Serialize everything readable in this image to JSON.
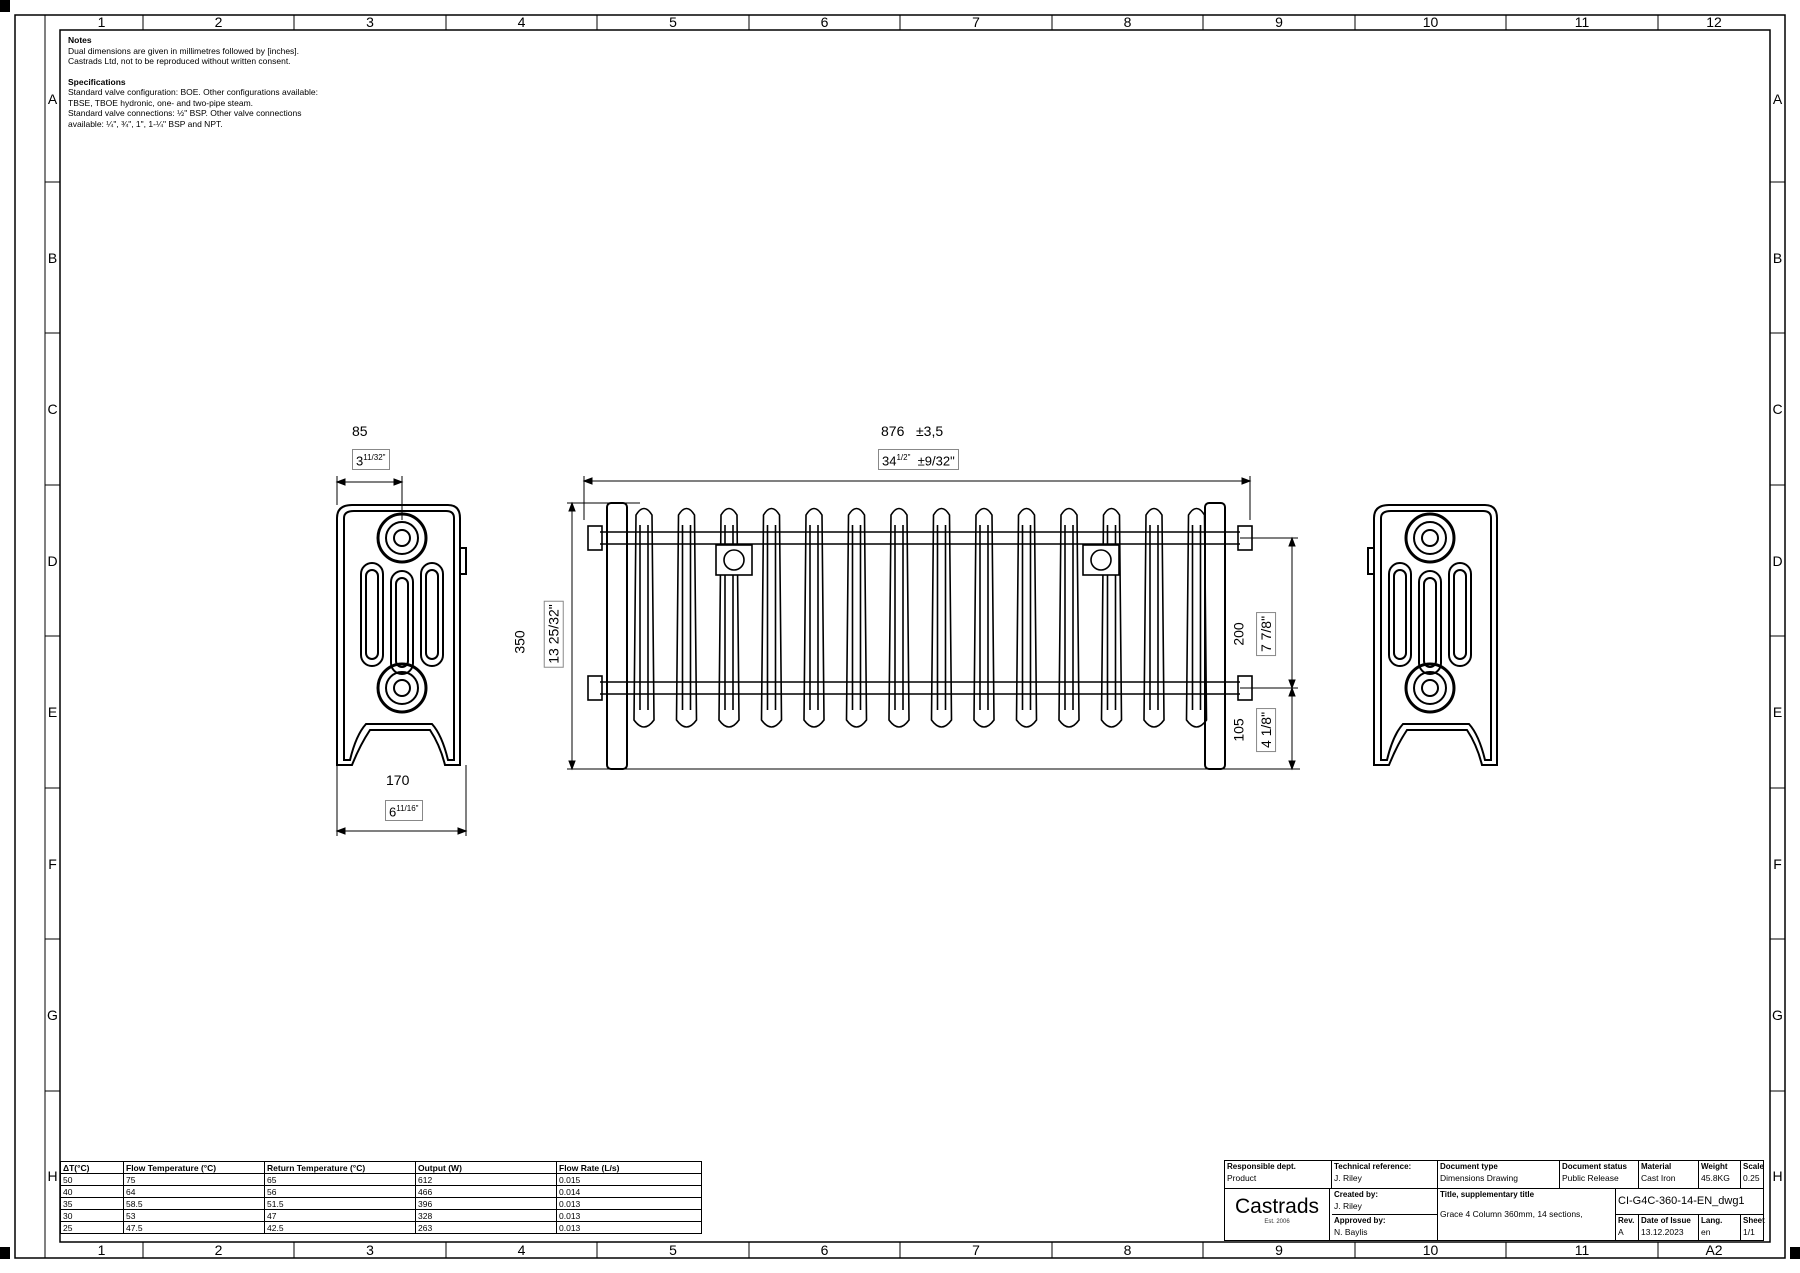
{
  "border": {
    "columns": [
      "1",
      "2",
      "3",
      "4",
      "5",
      "6",
      "7",
      "8",
      "9",
      "10",
      "11",
      "12"
    ],
    "bottom_columns": [
      "1",
      "2",
      "3",
      "4",
      "5",
      "6",
      "7",
      "8",
      "9",
      "10",
      "11",
      "A2"
    ],
    "rows": [
      "A",
      "B",
      "C",
      "D",
      "E",
      "F",
      "G",
      "H"
    ]
  },
  "notes": {
    "heading": "Notes",
    "line1": "Dual dimensions are given in millimetres followed by [inches].",
    "line2": "Castrads Ltd, not to be reproduced without written consent.",
    "spec_heading": "Specifications",
    "spec1": "Standard valve configuration: BOE. Other configurations available:",
    "spec2": "TBSE, TBOE hydronic, one- and two-pipe steam.",
    "spec3": "Standard valve connections: ½\" BSP. Other valve connections",
    "spec4": "available: ¼\", ¾\", 1\", 1-¼\" BSP and NPT."
  },
  "dimensions": {
    "depth_mm": "85",
    "depth_in_whole": "3",
    "depth_in_frac": "11/32\"",
    "width_mm": "170",
    "width_in_whole": "6",
    "width_in_frac": "11/16\"",
    "length_mm": "876",
    "length_tol": "±3,5",
    "length_in_whole": "34",
    "length_in_frac": "1/2\"",
    "length_in_tol": "±9/32\"",
    "height_mm": "350",
    "height_in": "13 25/32\"",
    "centres_mm": "200",
    "centres_in": "7 7/8\"",
    "floor_mm": "105",
    "floor_in": "4 1/8\""
  },
  "performance": {
    "headers": [
      "ΔT(°C)",
      "Flow Temperature (°C)",
      "Return Temperature (°C)",
      "Output (W)",
      "Flow Rate (L/s)"
    ],
    "rows": [
      [
        "50",
        "75",
        "65",
        "612",
        "0.015"
      ],
      [
        "40",
        "64",
        "56",
        "466",
        "0.014"
      ],
      [
        "35",
        "58.5",
        "51.5",
        "396",
        "0.013"
      ],
      [
        "30",
        "53",
        "47",
        "328",
        "0.013"
      ],
      [
        "25",
        "47.5",
        "42.5",
        "263",
        "0.013"
      ]
    ]
  },
  "title_block": {
    "responsible_label": "Responsible dept.",
    "responsible": "Product",
    "tech_ref_label": "Technical reference:",
    "tech_ref": "J. Riley",
    "doc_type_label": "Document type",
    "doc_type": "Dimensions Drawing",
    "doc_status_label": "Document status",
    "doc_status": "Public Release",
    "material_label": "Material",
    "material": "Cast Iron",
    "weight_label": "Weight",
    "weight": "45.8KG",
    "scale_label": "Scale",
    "scale": "0.25",
    "logo": "Castrads",
    "logo_est": "Est. 2006",
    "created_label": "Created by:",
    "created": "J. Riley",
    "approved_label": "Approved by:",
    "approved": "N. Baylis",
    "title_label": "Title, supplementary title",
    "title": "Grace 4 Column 360mm, 14 sections,",
    "doc_number": "CI-G4C-360-14-EN_dwg1",
    "rev_label": "Rev.",
    "rev": "A",
    "issue_label": "Date of Issue",
    "issue": "13.12.2023",
    "lang_label": "Lang.",
    "lang": "en",
    "sheet_label": "Sheet",
    "sheet": "1/1"
  }
}
